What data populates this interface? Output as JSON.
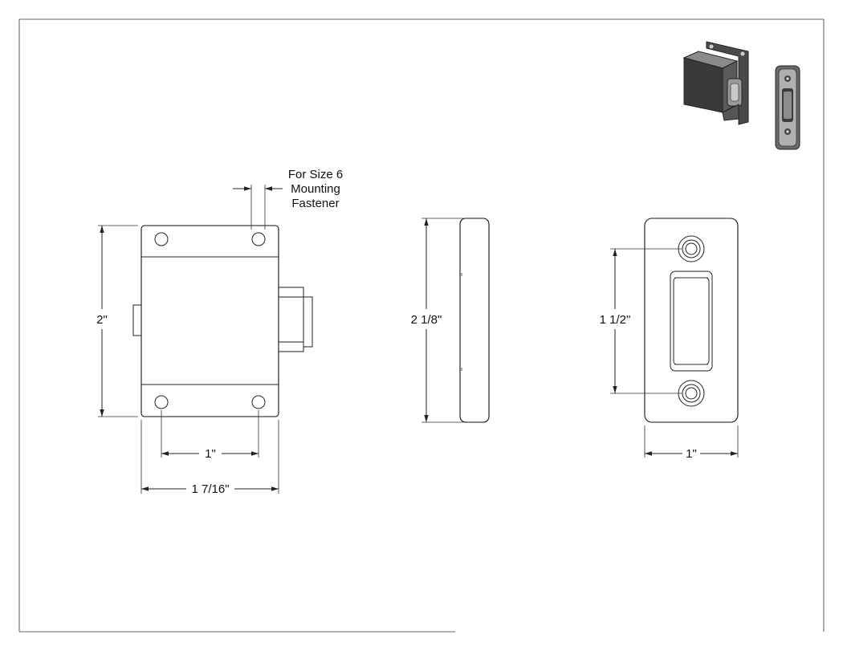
{
  "drawing": {
    "note_lines": [
      "For Size 6",
      "Mounting",
      "Fastener"
    ],
    "dimensions": {
      "latch_height": "2\"",
      "hole_spacing": "1\"",
      "latch_width": "1 7/16\"",
      "side_height": "2 1/8\"",
      "strike_hole_spacing": "1 1/2\"",
      "strike_width": "1\""
    },
    "colors": {
      "line": "#222222",
      "render_dark": "#3a3a3a",
      "render_mid": "#7a7a7a",
      "render_light": "#b8b8b8"
    }
  }
}
